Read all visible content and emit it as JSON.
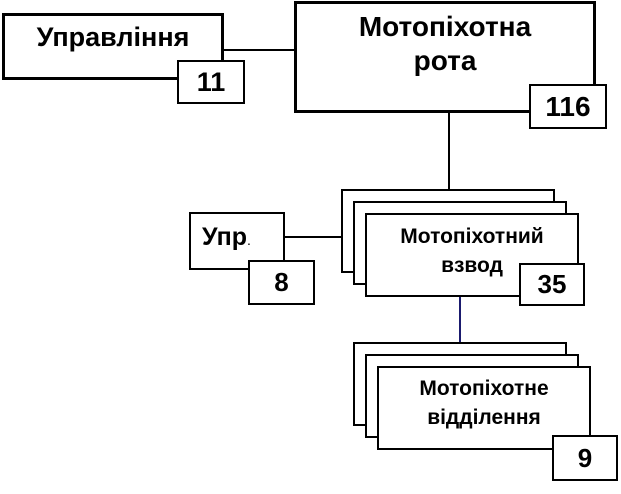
{
  "company": {
    "title_line1": "Мотопіхотна",
    "title_line2": "рота",
    "count": "116"
  },
  "company_hq": {
    "title": "Управління",
    "count": "11"
  },
  "platoon": {
    "title_line1": "Мотопіхотний",
    "title_line2": "взвод",
    "count": "35"
  },
  "platoon_hq": {
    "title": "Упр",
    "title_suffix": ".",
    "count": "8"
  },
  "squad": {
    "title_line1": "Мотопіхотне",
    "title_line2": "відділення",
    "count": "9"
  },
  "colors": {
    "line": "#000000",
    "squad_connector": "#1a1a6e"
  }
}
